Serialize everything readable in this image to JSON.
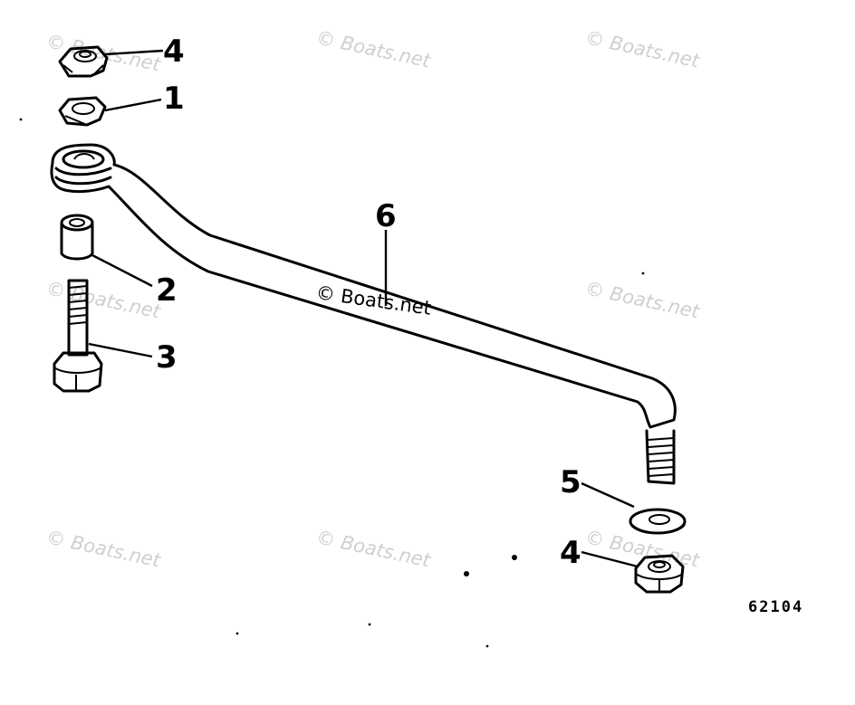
{
  "callouts": {
    "c4_top": "4",
    "c1": "1",
    "c2": "2",
    "c3": "3",
    "c6": "6",
    "c5": "5",
    "c4_bottom": "4"
  },
  "diagram_code": "62104",
  "watermark": "© Boats.net"
}
